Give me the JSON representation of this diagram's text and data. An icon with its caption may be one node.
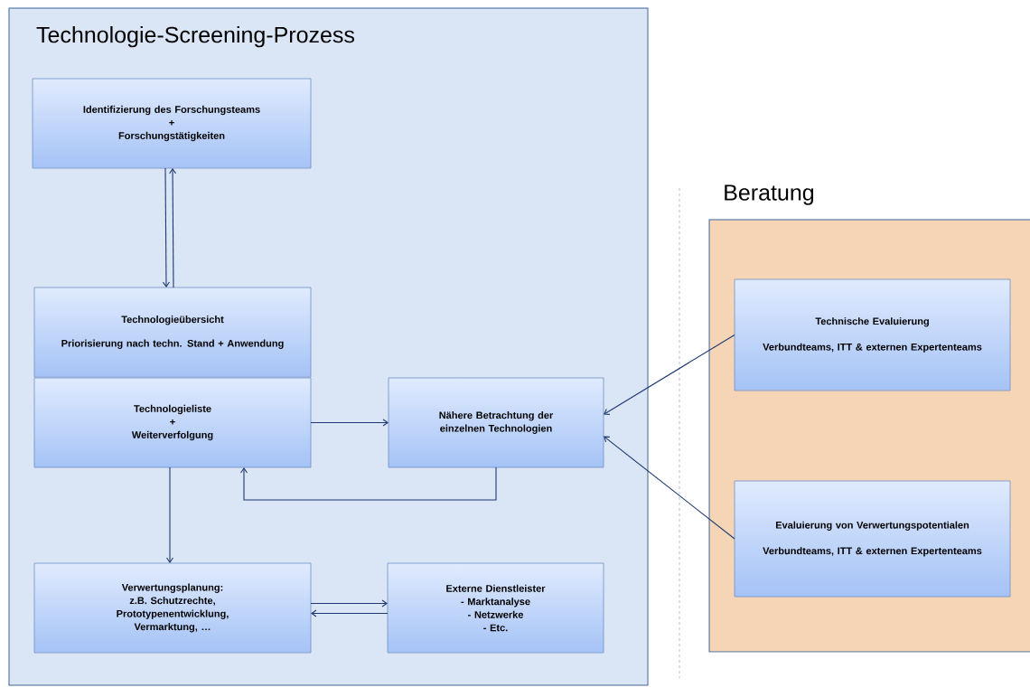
{
  "diagram": {
    "nodes": [
      {
        "text": [
          "Technologie-Screening-Prozess"
        ]
      },
      {
        "text": [
          "Identifizierung des Forschungsteams",
          "+",
          "Forschungstätigkeiten"
        ],
        "in": 0
      },
      {
        "text": [
          "Technologieübersicht",
          "Priorisierung nach techn. Stand + Anwendung"
        ],
        "in": 0
      },
      {
        "text": [
          "Technologieliste",
          "+",
          "Weiterverfolgung"
        ],
        "in": 0
      },
      {
        "text": [
          "Nähere Betrachtung der einzelnen Technologien"
        ],
        "in": 0
      },
      {
        "text": [
          "Verwertungsplanung:",
          "z.B. Schutzrechte,",
          "Prototypenentwicklung,",
          "Vermarktung, …"
        ],
        "in": 0
      },
      {
        "text": [
          "Externe Dienstleister",
          "- Marktanalyse",
          "- Netzwerke",
          "- Etc."
        ],
        "in": 0
      },
      {
        "text": [
          "Beratung"
        ]
      },
      {
        "text": [
          "Technische Evaluierung",
          "Verbundteams, ITT & externen Expertenteams"
        ],
        "in": 7
      },
      {
        "text": [
          "Evaluierung von Verwertungspotentialen",
          "Verbundteams, ITT & externen Expertenteams"
        ],
        "in": 7
      }
    ],
    "edges": [
      {
        "from": 1,
        "to": 2,
        "arrow": "to"
      },
      {
        "from": 2,
        "to": 1,
        "arrow": "to"
      },
      {
        "from": 3,
        "to": 4,
        "arrow": "to"
      },
      {
        "from": 4,
        "to": 3,
        "arrow": "to"
      },
      {
        "from": 3,
        "to": 5,
        "arrow": "to"
      },
      {
        "from": 5,
        "to": 6,
        "arrow": "to"
      },
      {
        "from": 6,
        "to": 5,
        "arrow": "to"
      },
      {
        "from": 8,
        "to": 4,
        "arrow": "to"
      },
      {
        "from": 9,
        "to": 4,
        "arrow": "to"
      }
    ]
  }
}
